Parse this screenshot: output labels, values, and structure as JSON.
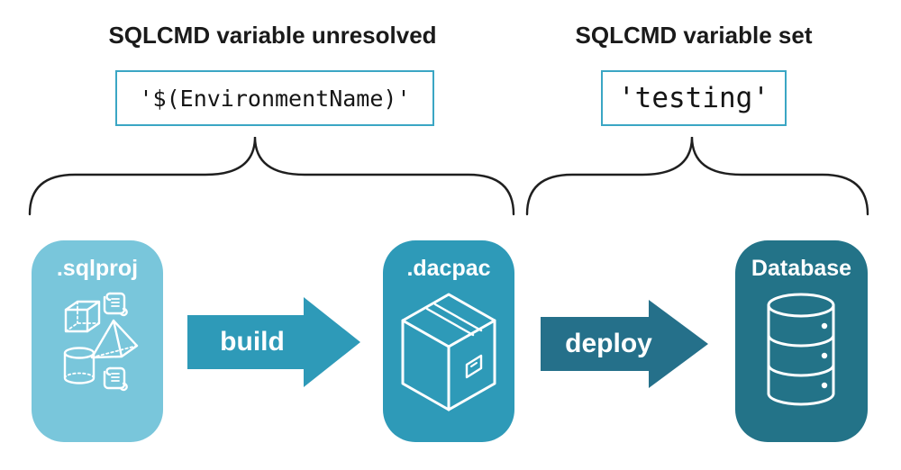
{
  "annotations": {
    "unresolved": {
      "heading": "SQLCMD variable unresolved",
      "value": "'$(EnvironmentName)'"
    },
    "set": {
      "heading": "SQLCMD variable set",
      "value": "'testing'"
    }
  },
  "pipeline": {
    "stages": [
      {
        "label": ".sqlproj",
        "icons": [
          "scroll-icon",
          "cube-icon",
          "pyramid-icon",
          "cylinder-icon",
          "scroll-icon"
        ]
      },
      {
        "label": ".dacpac",
        "icons": [
          "package-box-icon"
        ]
      },
      {
        "label": "Database",
        "icons": [
          "database-cylinder-icon"
        ]
      }
    ],
    "transitions": [
      {
        "label": "build"
      },
      {
        "label": "deploy"
      }
    ]
  },
  "colors": {
    "background": "#ffffff",
    "sqlproj_fill": "#79c6db",
    "dacpac_fill": "#2e9ab8",
    "database_fill": "#237388",
    "build_arrow": "#2e9ab8",
    "deploy_arrow": "#25708a",
    "value_box_border": "#3ba6c4",
    "heading_text": "#1a1a1a",
    "icon_stroke": "#ffffff",
    "brace_stroke": "#1f1f1f"
  }
}
